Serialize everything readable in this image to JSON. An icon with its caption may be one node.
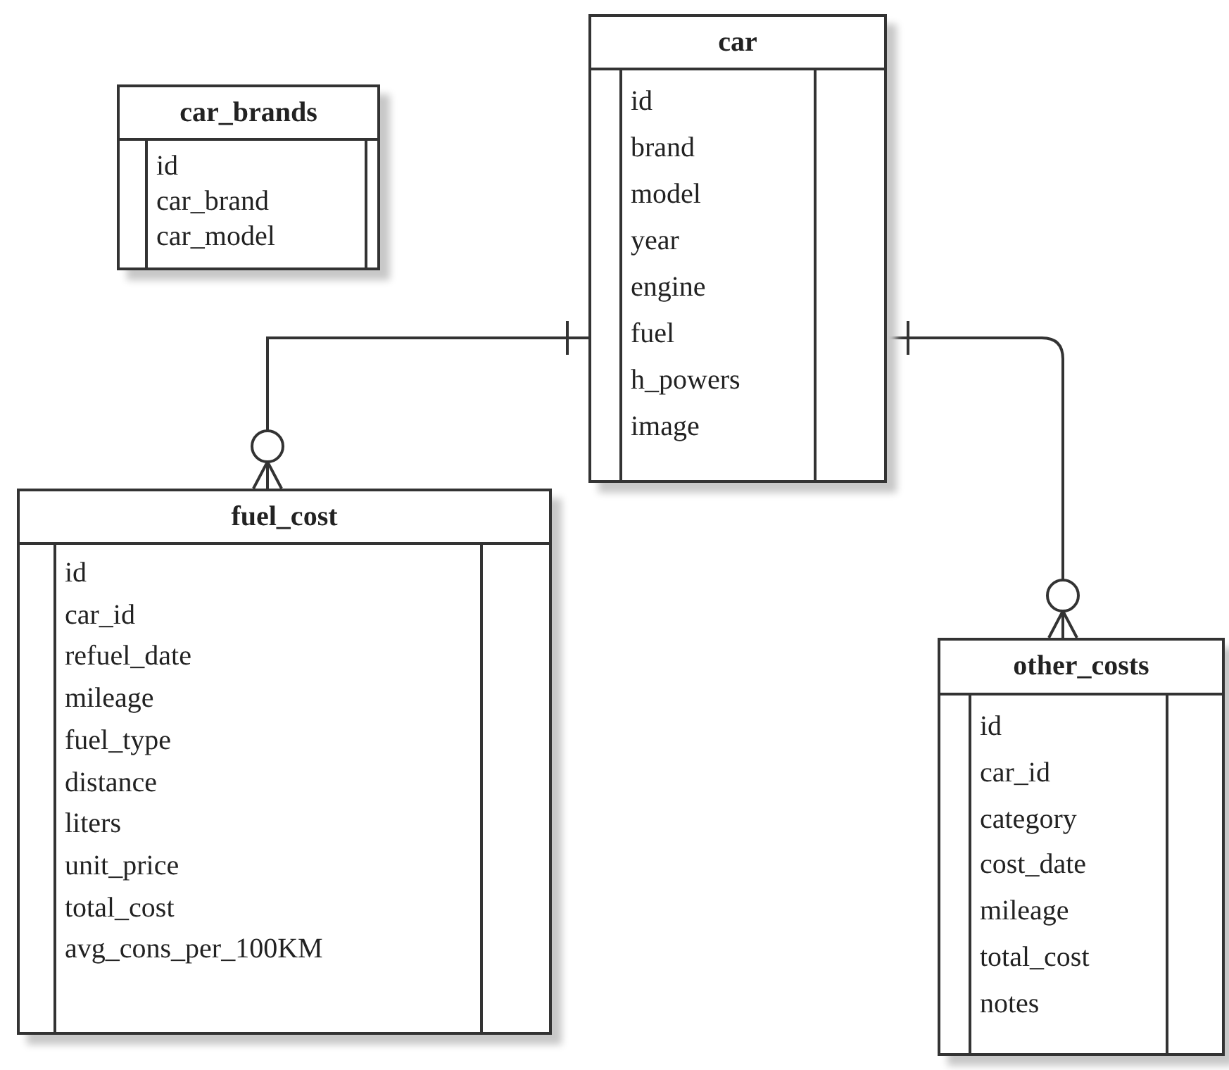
{
  "diagram": {
    "nodes": [
      {
        "text": [
          "car_brands",
          "id",
          "car_brand",
          "car_model"
        ]
      },
      {
        "text": [
          "car",
          "id",
          "brand",
          "model",
          "year",
          "engine",
          "fuel",
          "h_powers",
          "image"
        ]
      },
      {
        "text": [
          "fuel_cost",
          "id",
          "car_id",
          "refuel_date",
          "mileage",
          "fuel_type",
          "distance",
          "liters",
          "unit_price",
          "total_cost",
          "avg_cons_per_100KM"
        ]
      },
      {
        "text": [
          "other_costs",
          "id",
          "car_id",
          "category",
          "cost_date",
          "mileage",
          "total_cost",
          "notes"
        ]
      }
    ],
    "edges": [
      {
        "from": 1,
        "to": 2,
        "arrow": "other"
      },
      {
        "from": 1,
        "to": 3,
        "arrow": "other"
      }
    ]
  }
}
